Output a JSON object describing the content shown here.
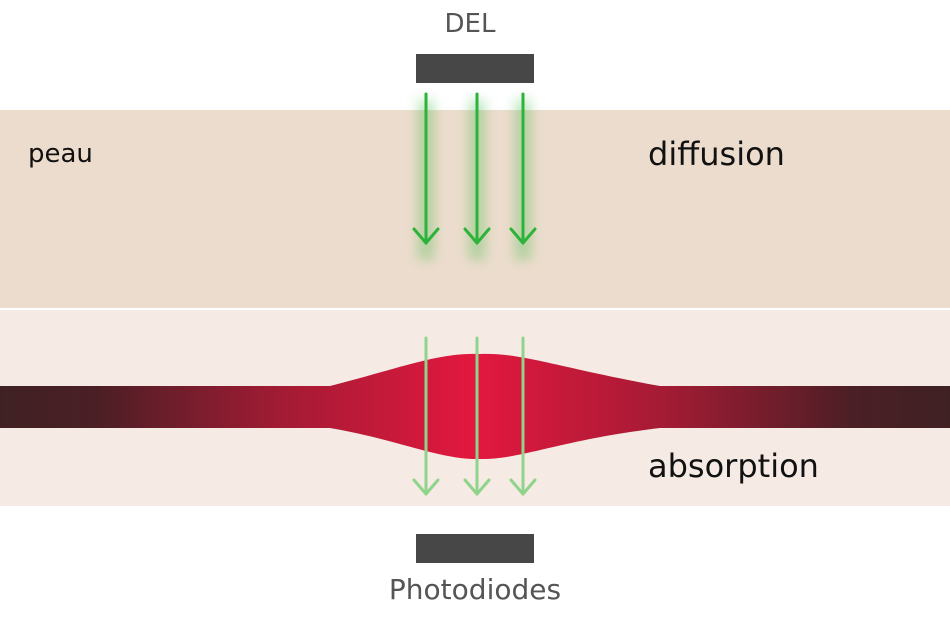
{
  "labels": {
    "led": "DEL",
    "skin": "peau",
    "diffusion": "diffusion",
    "absorption": "absorption",
    "photodiodes": "Photodiodes"
  },
  "colors": {
    "skin_outer": "#ecdccd",
    "skin_inner": "#f5ebe4",
    "device": "#474747",
    "arrow_top": "#2db33a",
    "arrow_bottom": "#8fd48a",
    "vessel_center": "#e3183f",
    "vessel_edge": "#3f2124",
    "text_dark": "#111111",
    "text_gray": "#555555"
  }
}
